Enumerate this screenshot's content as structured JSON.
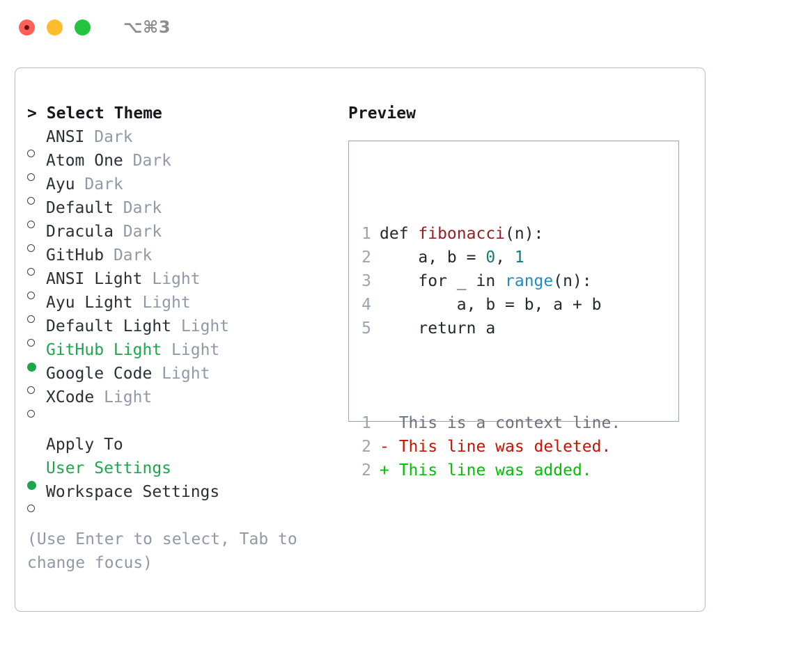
{
  "titlebar": {
    "shortcut": "⌥⌘3",
    "buttons": [
      {
        "name": "close",
        "color": "#ff6059"
      },
      {
        "name": "minimize",
        "color": "#ffbd2e"
      },
      {
        "name": "maximize",
        "color": "#23c53f"
      }
    ]
  },
  "theme_picker": {
    "header_caret": ">",
    "header": "Select Theme",
    "items": [
      {
        "name": "ANSI",
        "tag": "Dark",
        "selected": false
      },
      {
        "name": "Atom One",
        "tag": "Dark",
        "selected": false
      },
      {
        "name": "Ayu",
        "tag": "Dark",
        "selected": false
      },
      {
        "name": "Default",
        "tag": "Dark",
        "selected": false
      },
      {
        "name": "Dracula",
        "tag": "Dark",
        "selected": false
      },
      {
        "name": "GitHub",
        "tag": "Dark",
        "selected": false
      },
      {
        "name": "ANSI Light",
        "tag": "Light",
        "selected": false
      },
      {
        "name": "Ayu Light",
        "tag": "Light",
        "selected": false
      },
      {
        "name": "Default Light",
        "tag": "Light",
        "selected": false
      },
      {
        "name": "GitHub Light",
        "tag": "Light",
        "selected": true
      },
      {
        "name": "Google Code",
        "tag": "Light",
        "selected": false
      },
      {
        "name": "XCode",
        "tag": "Light",
        "selected": false
      }
    ]
  },
  "apply_to": {
    "header": "Apply To",
    "items": [
      {
        "name": "User Settings",
        "selected": true
      },
      {
        "name": "Workspace Settings",
        "selected": false
      }
    ]
  },
  "hint": "(Use Enter to select, Tab to change focus)",
  "preview": {
    "title": "Preview",
    "code_lines": [
      {
        "num": "1",
        "tokens": [
          {
            "t": "def ",
            "c": "kw"
          },
          {
            "t": "fibonacci",
            "c": "fn"
          },
          {
            "t": "(n):",
            "c": "plain"
          }
        ]
      },
      {
        "num": "2",
        "tokens": [
          {
            "t": "    a, b = ",
            "c": "plain"
          },
          {
            "t": "0",
            "c": "num"
          },
          {
            "t": ", ",
            "c": "plain"
          },
          {
            "t": "1",
            "c": "num"
          }
        ]
      },
      {
        "num": "3",
        "tokens": [
          {
            "t": "    for _ in ",
            "c": "kw"
          },
          {
            "t": "range",
            "c": "bi"
          },
          {
            "t": "(n):",
            "c": "plain"
          }
        ]
      },
      {
        "num": "4",
        "tokens": [
          {
            "t": "        a, b = b, a + b",
            "c": "plain"
          }
        ]
      },
      {
        "num": "5",
        "tokens": [
          {
            "t": "    return a",
            "c": "kw"
          }
        ]
      }
    ],
    "diff_lines": [
      {
        "num": "1",
        "marker": " ",
        "text": " This is a context line.",
        "kind": "ctx"
      },
      {
        "num": "2",
        "marker": "-",
        "text": " This line was deleted.",
        "kind": "del"
      },
      {
        "num": "2",
        "marker": "+",
        "text": " This line was added.",
        "kind": "add"
      }
    ]
  },
  "colors": {
    "accent_green": "#1da74c",
    "diff_add": "#00c100",
    "diff_del": "#cc1100",
    "muted": "#9198a6",
    "border": "#b3bcc8",
    "preview_border": "#9aa5b1",
    "syntax_function": "#9b1c22",
    "syntax_number": "#0e7c7b",
    "syntax_builtin": "#2189be"
  }
}
